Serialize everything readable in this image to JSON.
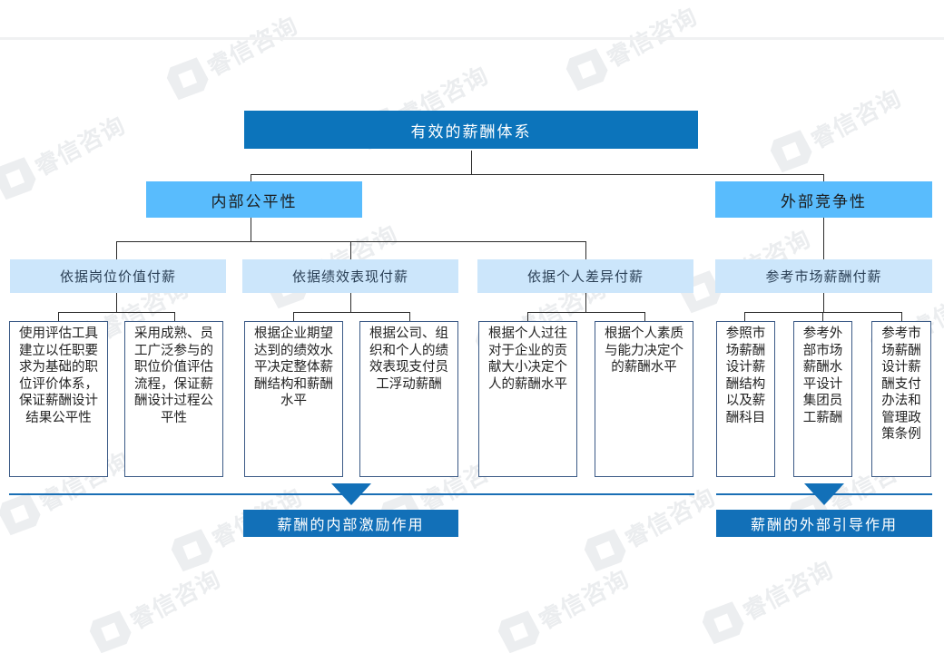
{
  "title": "有效的薪酬体系结构图",
  "colors": {
    "level1": "#0c74bb",
    "level2": "#59bcfd",
    "level3": "#cce6fb",
    "leaf_border": "#3b5a86",
    "banner": "#1270b8",
    "connector": "#2b2b2b",
    "rule": "#1a6fb5",
    "top_rule": "#f0f1f2"
  },
  "watermark": {
    "text": "睿信咨询",
    "icon": "logo-mark-icon"
  },
  "root": {
    "label": "有效的薪酬体系"
  },
  "branches": [
    {
      "label": "内部公平性"
    },
    {
      "label": "外部竞争性"
    }
  ],
  "categories": [
    {
      "label": "依据岗位价值付薪"
    },
    {
      "label": "依据绩效表现付薪"
    },
    {
      "label": "依据个人差异付薪"
    },
    {
      "label": "参考市场薪酬付薪"
    }
  ],
  "details": [
    {
      "text": "使用评估工具建立以任职要求为基础的职位评价体系，保证薪酬设计结果公平性"
    },
    {
      "text": "采用成熟、员工广泛参与的职位价值评估流程，保证薪酬设计过程公平性"
    },
    {
      "text": "根据企业期望达到的绩效水平决定整体薪酬结构和薪酬水平"
    },
    {
      "text": "根据公司、组织和个人的绩效表现支付员工浮动薪酬"
    },
    {
      "text": "根据个人过往对于企业的贡献大小决定个人的薪酬水平"
    },
    {
      "text": "根据个人素质与能力决定个的薪酬水平"
    },
    {
      "text": "参照市场薪酬设计薪酬结构以及薪酬科目"
    },
    {
      "text": "参考外部市场薪酬水平设计集团员工薪酬"
    },
    {
      "text": "参考市场薪酬设计薪酬支付办法和管理政策条例"
    }
  ],
  "banners": [
    {
      "label": "薪酬的内部激励作用"
    },
    {
      "label": "薪酬的外部引导作用"
    }
  ]
}
